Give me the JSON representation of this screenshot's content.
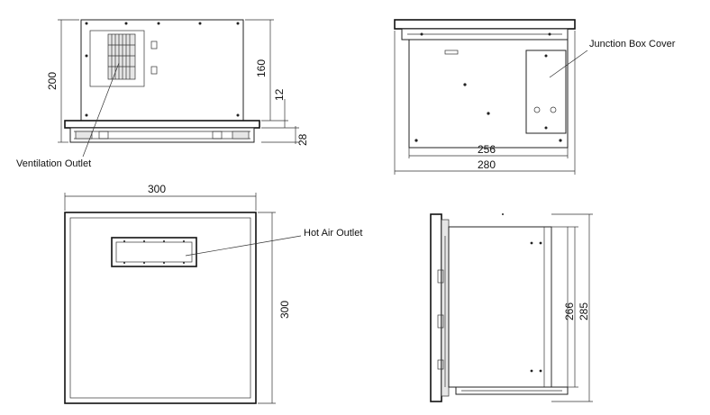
{
  "callouts": {
    "ventilation_outlet": "Ventilation Outlet",
    "junction_box_cover": "Junction Box Cover",
    "hot_air_outlet": "Hot Air Outlet"
  },
  "dimensions": {
    "side_height": "200",
    "side_body_height": "160",
    "side_gap": "12",
    "side_flange": "28",
    "top_inner_width": "256",
    "top_outer_width": "280",
    "front_width": "300",
    "front_height": "300",
    "side2_inner_height": "266",
    "side2_outer_height": "285"
  }
}
